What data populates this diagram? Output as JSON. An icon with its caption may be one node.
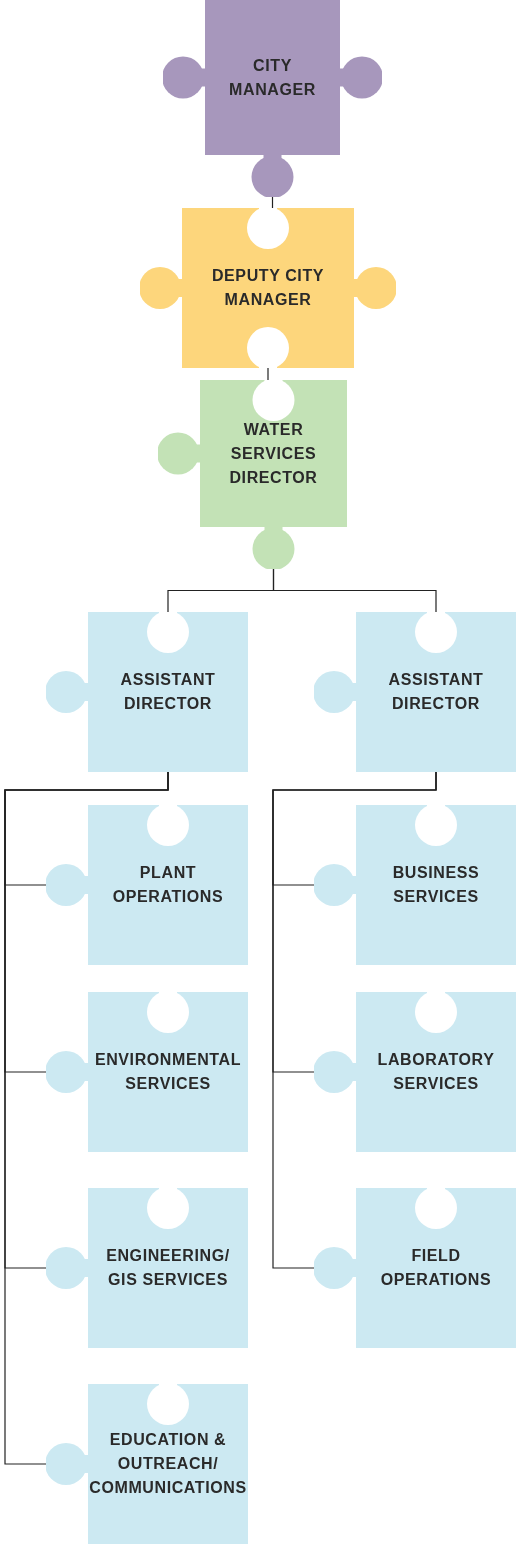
{
  "diagram": {
    "nodes": [
      {
        "text": [
          "CITY MANAGER"
        ]
      },
      {
        "text": [
          "DEPUTY CITY MANAGER"
        ]
      },
      {
        "text": [
          "WATER SERVICES DIRECTOR"
        ]
      },
      {
        "text": [
          "ASSISTANT DIRECTOR"
        ]
      },
      {
        "text": [
          "ASSISTANT DIRECTOR"
        ]
      },
      {
        "text": [
          "PLANT OPERATIONS"
        ]
      },
      {
        "text": [
          "ENVIRONMENTAL SERVICES"
        ]
      },
      {
        "text": [
          "ENGINEERING/ GIS SERVICES"
        ]
      },
      {
        "text": [
          "EDUCATION & OUTREACH/ COMMUNICATIONS"
        ]
      },
      {
        "text": [
          "BUSINESS SERVICES"
        ]
      },
      {
        "text": [
          "LABORATORY SERVICES"
        ]
      },
      {
        "text": [
          "FIELD OPERATIONS"
        ]
      }
    ],
    "edges": [
      {
        "from": 0,
        "to": 1,
        "arrow": "none"
      },
      {
        "from": 1,
        "to": 2,
        "arrow": "none"
      },
      {
        "from": 2,
        "to": 3,
        "arrow": "none"
      },
      {
        "from": 2,
        "to": 4,
        "arrow": "none"
      },
      {
        "from": 3,
        "to": 5,
        "arrow": "none"
      },
      {
        "from": 3,
        "to": 6,
        "arrow": "none"
      },
      {
        "from": 3,
        "to": 7,
        "arrow": "none"
      },
      {
        "from": 3,
        "to": 8,
        "arrow": "none"
      },
      {
        "from": 4,
        "to": 9,
        "arrow": "none"
      },
      {
        "from": 4,
        "to": 10,
        "arrow": "none"
      },
      {
        "from": 4,
        "to": 11,
        "arrow": "none"
      }
    ]
  }
}
